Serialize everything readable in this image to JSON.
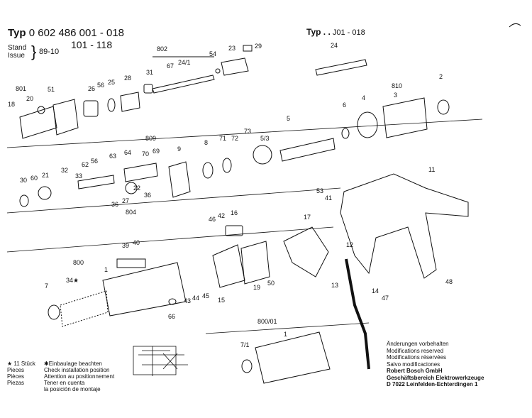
{
  "header": {
    "typ_label": "Typ",
    "typ_number": "0 602 486 001 - 018",
    "typ_number2": "101 - 118",
    "stand_label": "Stand",
    "issue_label": "Issue",
    "date": "89-10",
    "typ2_label": "Typ . .",
    "typ2_number": "J01 - 018"
  },
  "parts": [
    {
      "id": "p802",
      "label": "802"
    },
    {
      "id": "p31",
      "label": "31"
    },
    {
      "id": "p67",
      "label": "67"
    },
    {
      "id": "p24_1",
      "label": "24/1"
    },
    {
      "id": "p54",
      "label": "54"
    },
    {
      "id": "p23",
      "label": "23"
    },
    {
      "id": "p29",
      "label": "29"
    },
    {
      "id": "p24",
      "label": "24"
    },
    {
      "id": "p801",
      "label": "801"
    },
    {
      "id": "p20",
      "label": "20"
    },
    {
      "id": "p18",
      "label": "18"
    },
    {
      "id": "p51",
      "label": "51"
    },
    {
      "id": "p26",
      "label": "26"
    },
    {
      "id": "p56a",
      "label": "56"
    },
    {
      "id": "p25",
      "label": "25"
    },
    {
      "id": "p28",
      "label": "28"
    },
    {
      "id": "p810",
      "label": "810"
    },
    {
      "id": "p3",
      "label": "3"
    },
    {
      "id": "p2",
      "label": "2"
    },
    {
      "id": "p4",
      "label": "4"
    },
    {
      "id": "p6",
      "label": "6"
    },
    {
      "id": "p5",
      "label": "5"
    },
    {
      "id": "p809",
      "label": "809"
    },
    {
      "id": "p73",
      "label": "73"
    },
    {
      "id": "p71",
      "label": "71"
    },
    {
      "id": "p72",
      "label": "72"
    },
    {
      "id": "p5_3",
      "label": "5/3"
    },
    {
      "id": "p70",
      "label": "70"
    },
    {
      "id": "p69",
      "label": "69"
    },
    {
      "id": "p9",
      "label": "9"
    },
    {
      "id": "p8",
      "label": "8"
    },
    {
      "id": "p63",
      "label": "63"
    },
    {
      "id": "p64",
      "label": "64"
    },
    {
      "id": "p32",
      "label": "32"
    },
    {
      "id": "p62",
      "label": "62"
    },
    {
      "id": "p56b",
      "label": "56"
    },
    {
      "id": "p30",
      "label": "30"
    },
    {
      "id": "p60",
      "label": "60"
    },
    {
      "id": "p21",
      "label": "21"
    },
    {
      "id": "p33",
      "label": "33"
    },
    {
      "id": "p22",
      "label": "22"
    },
    {
      "id": "p36a",
      "label": "36"
    },
    {
      "id": "p27",
      "label": "27"
    },
    {
      "id": "p36b",
      "label": "36"
    },
    {
      "id": "p804",
      "label": "804"
    },
    {
      "id": "p11",
      "label": "11"
    },
    {
      "id": "p53",
      "label": "53"
    },
    {
      "id": "p41",
      "label": "41"
    },
    {
      "id": "p46",
      "label": "46"
    },
    {
      "id": "p42",
      "label": "42"
    },
    {
      "id": "p16",
      "label": "16"
    },
    {
      "id": "p17",
      "label": "17"
    },
    {
      "id": "p39",
      "label": "39"
    },
    {
      "id": "p40",
      "label": "40"
    },
    {
      "id": "p800",
      "label": "800"
    },
    {
      "id": "p1a",
      "label": "1"
    },
    {
      "id": "p34",
      "label": "34★"
    },
    {
      "id": "p7",
      "label": "7"
    },
    {
      "id": "p12",
      "label": "12"
    },
    {
      "id": "p13",
      "label": "13"
    },
    {
      "id": "p14",
      "label": "14"
    },
    {
      "id": "p47",
      "label": "47"
    },
    {
      "id": "p48",
      "label": "48"
    },
    {
      "id": "p43",
      "label": "43"
    },
    {
      "id": "p44",
      "label": "44"
    },
    {
      "id": "p45",
      "label": "45"
    },
    {
      "id": "p15",
      "label": "15"
    },
    {
      "id": "p19",
      "label": "19"
    },
    {
      "id": "p50",
      "label": "50"
    },
    {
      "id": "p66",
      "label": "66"
    },
    {
      "id": "p800_01",
      "label": "800/01"
    },
    {
      "id": "p1b",
      "label": "1"
    },
    {
      "id": "p7_1",
      "label": "7/1"
    }
  ],
  "legend_left": {
    "line1": "★ 11 Stück",
    "line2": "Pieces",
    "line3": "Pièces",
    "line4": "Piezas"
  },
  "legend_mid": {
    "line1": "✱Einbaulage beachten",
    "line2": "Check installation position",
    "line3": "Attention au positionnement",
    "line4": "Tener en cuenta",
    "line5": "la posición de montaje"
  },
  "legend_right": {
    "line1": "Änderungen vorbehalten",
    "line2": "Modifications reserved",
    "line3": "Modifications réservées",
    "line4": "Salvo modificaciones",
    "line5": "Robert Bosch GmbH",
    "line6": "Geschäftsbereich Elektrowerkzeuge",
    "line7": "D 7022 Leinfelden-Echterdingen 1"
  }
}
